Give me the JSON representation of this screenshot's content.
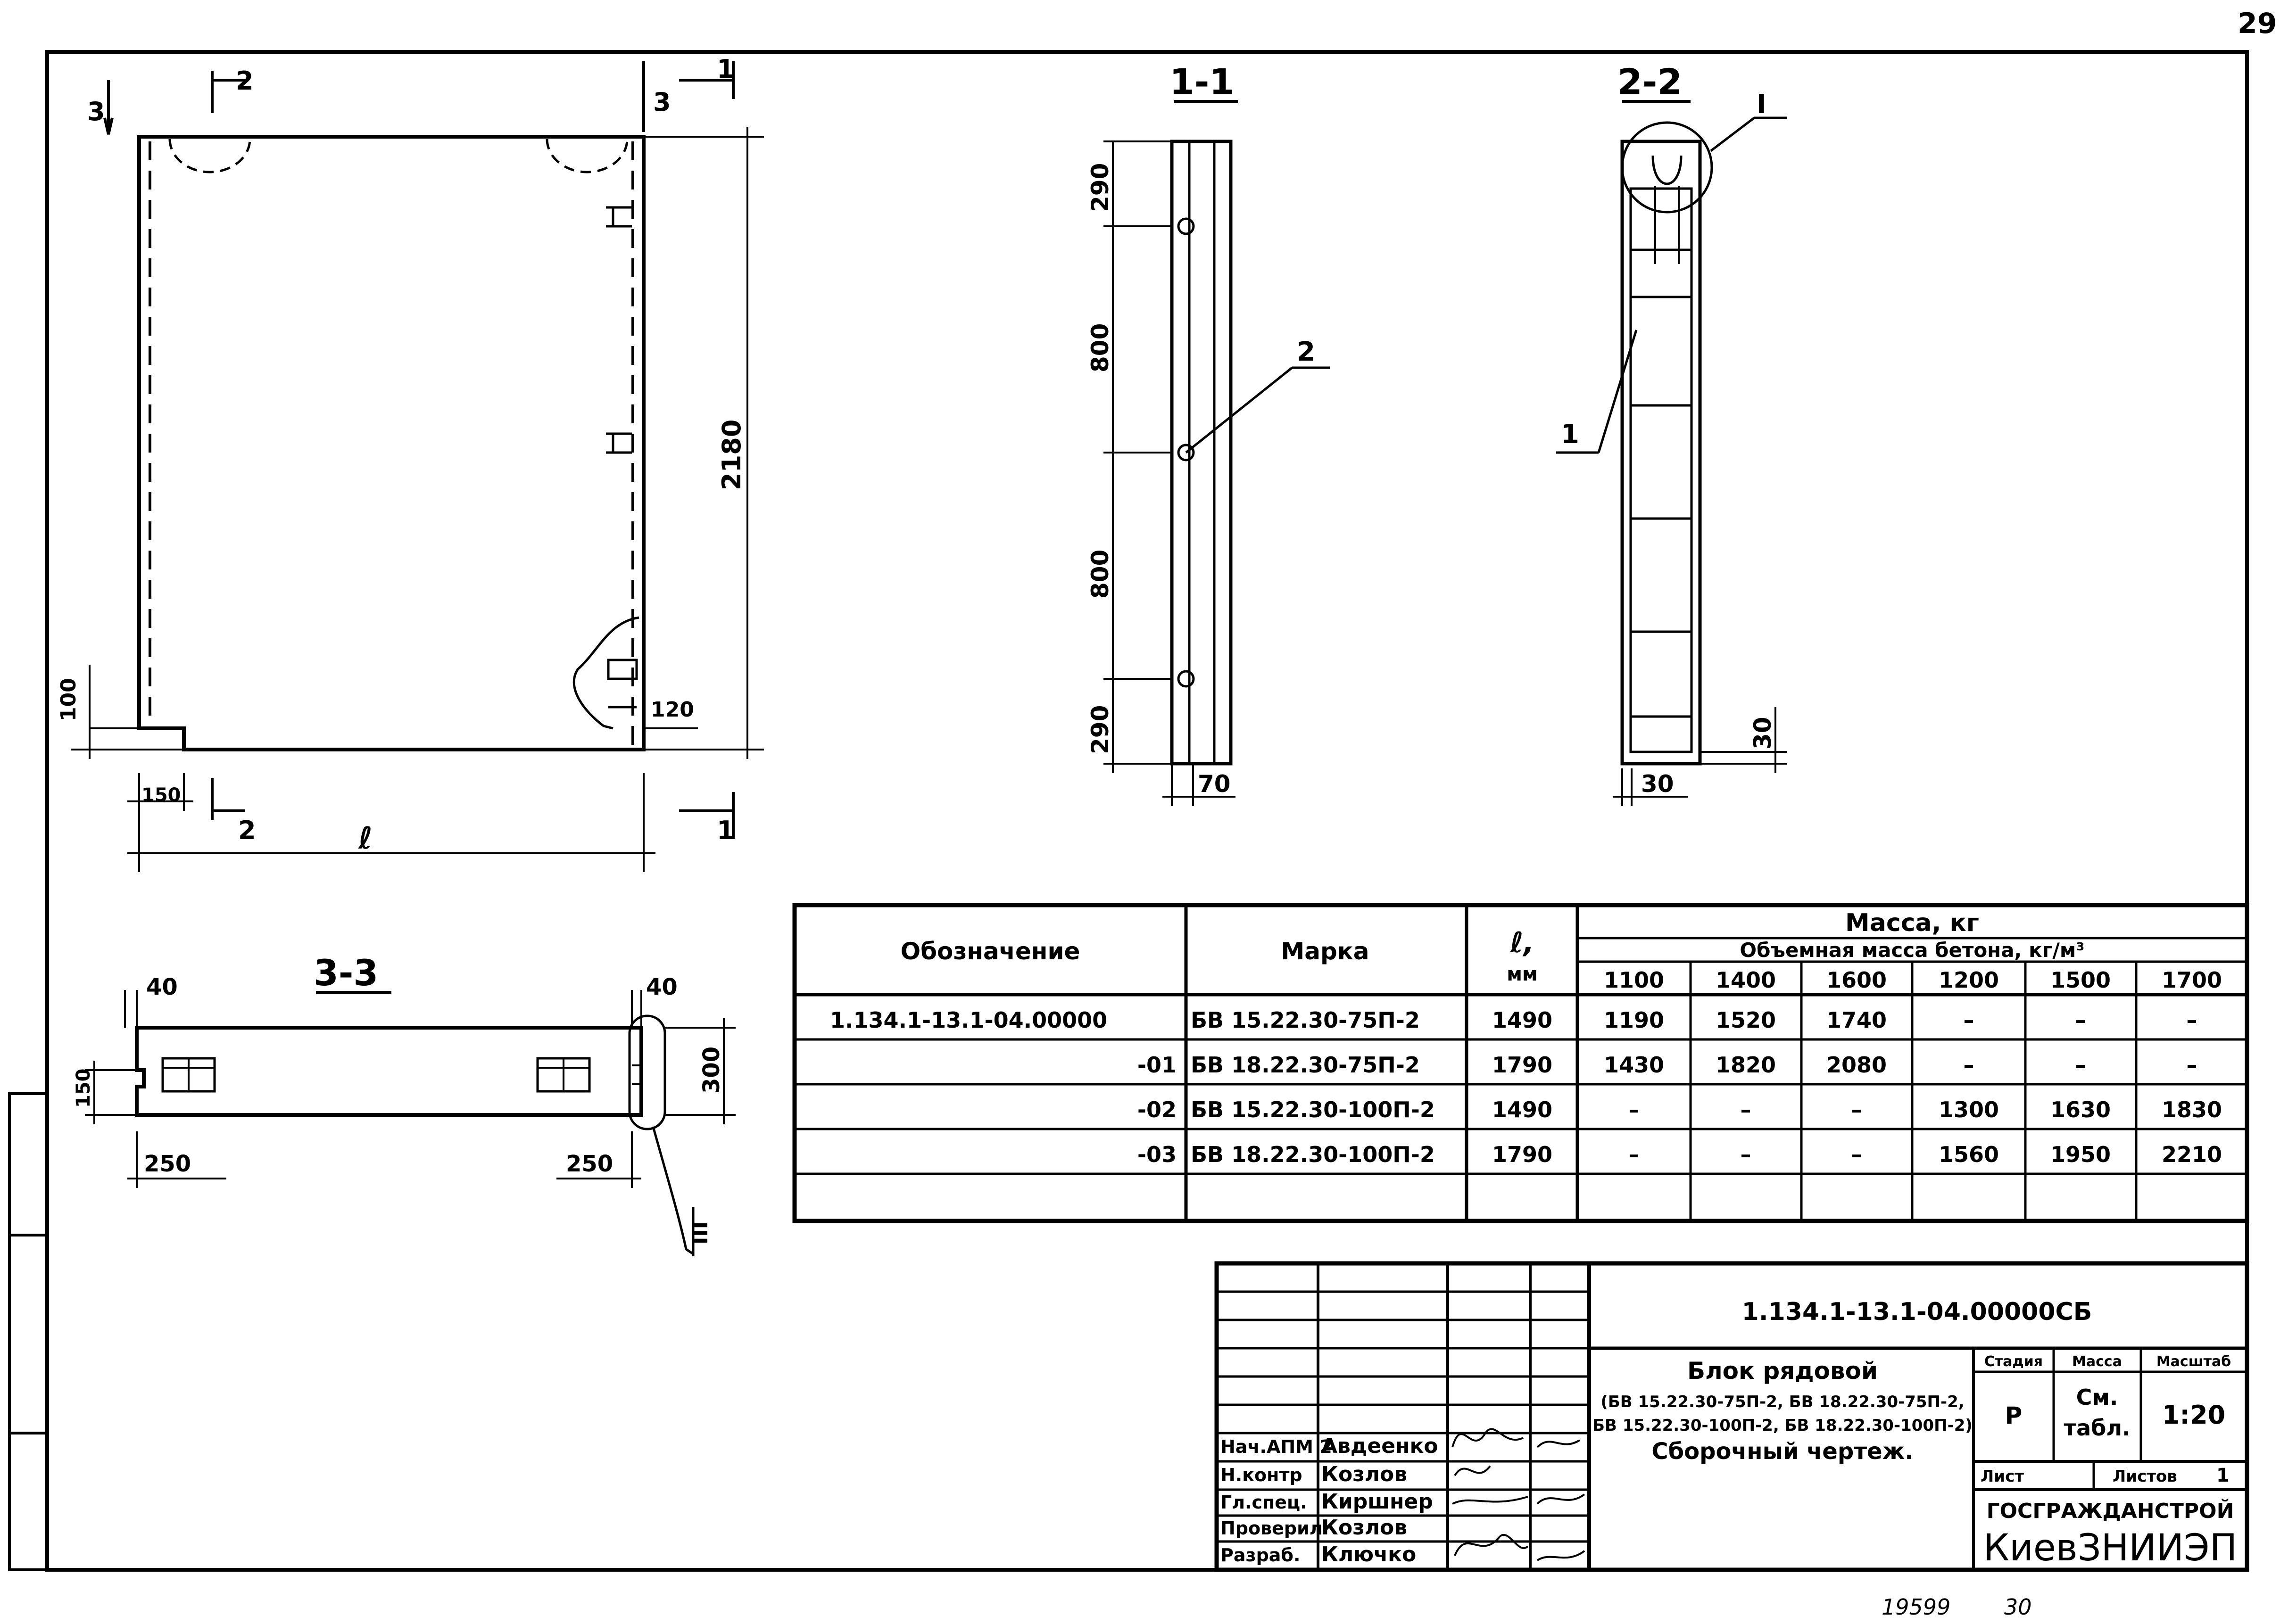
{
  "page_number": "29",
  "footer": {
    "archive_no": "19599",
    "sheet_no": "30"
  },
  "elevation": {
    "section_marks": [
      "3",
      "2",
      "3",
      "1",
      "2",
      "1"
    ],
    "dimensions": {
      "height": "2180",
      "length": "ℓ",
      "notch_width": "150",
      "notch_height": "100",
      "lower_offset": "120"
    }
  },
  "section_1_1": {
    "title": "1-1",
    "dims": [
      "290",
      "800",
      "800",
      "290",
      "70"
    ],
    "callout": "2"
  },
  "section_2_2": {
    "title": "2-2",
    "callout_node": "I",
    "callout_part": "1",
    "dims": [
      "30",
      "30"
    ]
  },
  "section_3_3": {
    "title": "3-3",
    "dims": [
      "40",
      "40",
      "150",
      "300",
      "250",
      "250"
    ],
    "callout_node": "III"
  },
  "spec_table": {
    "headers": {
      "designation": "Обозначение",
      "mark": "Марка",
      "length": "ℓ,",
      "length_unit": "мм",
      "mass": "Масса, кг",
      "density": "Объемная масса бетона, кг/м³",
      "density_values": [
        "1100",
        "1400",
        "1600",
        "1200",
        "1500",
        "1700"
      ]
    },
    "rows": [
      {
        "designation": "1.134.1-13.1-04.00000",
        "mark": "БВ 15.22.30-75П-2",
        "length": "1490",
        "masses": [
          "1190",
          "1520",
          "1740",
          "–",
          "–",
          "–"
        ]
      },
      {
        "designation": "-01",
        "mark": "БВ 18.22.30-75П-2",
        "length": "1790",
        "masses": [
          "1430",
          "1820",
          "2080",
          "–",
          "–",
          "–"
        ]
      },
      {
        "designation": "-02",
        "mark": "БВ 15.22.30-100П-2",
        "length": "1490",
        "masses": [
          "–",
          "–",
          "–",
          "1300",
          "1630",
          "1830"
        ]
      },
      {
        "designation": "-03",
        "mark": "БВ 18.22.30-100П-2",
        "length": "1790",
        "masses": [
          "–",
          "–",
          "–",
          "1560",
          "1950",
          "2210"
        ]
      }
    ]
  },
  "title_block": {
    "doc_code": "1.134.1-13.1-04.00000СБ",
    "title_line1": "Блок рядовой",
    "title_line2": "(БВ 15.22.30-75П-2, БВ 18.22.30-75П-2,",
    "title_line3": "БВ 15.22.30-100П-2, БВ 18.22.30-100П-2)",
    "title_line4": "Сборочный чертеж.",
    "stage_label": "Стадия",
    "mass_label": "Масса",
    "scale_label": "Масштаб",
    "stage_value": "Р",
    "mass_value_1": "См.",
    "mass_value_2": "табл.",
    "scale_value": "1:20",
    "sheet_label": "Лист",
    "sheets_label": "Листов",
    "sheets_value": "1",
    "org_1": "ГОСГРАЖДАНСТРОЙ",
    "org_2": "КиевЗНИИЭП",
    "signatures": [
      {
        "role": "Нач.АПМ 2",
        "name": "Авдеенко"
      },
      {
        "role": "Н.контр",
        "name": "Козлов"
      },
      {
        "role": "Гл.спец.",
        "name": "Киршнер"
      },
      {
        "role": "Проверил",
        "name": "Козлов"
      },
      {
        "role": "Разраб.",
        "name": "Ключко"
      }
    ]
  }
}
